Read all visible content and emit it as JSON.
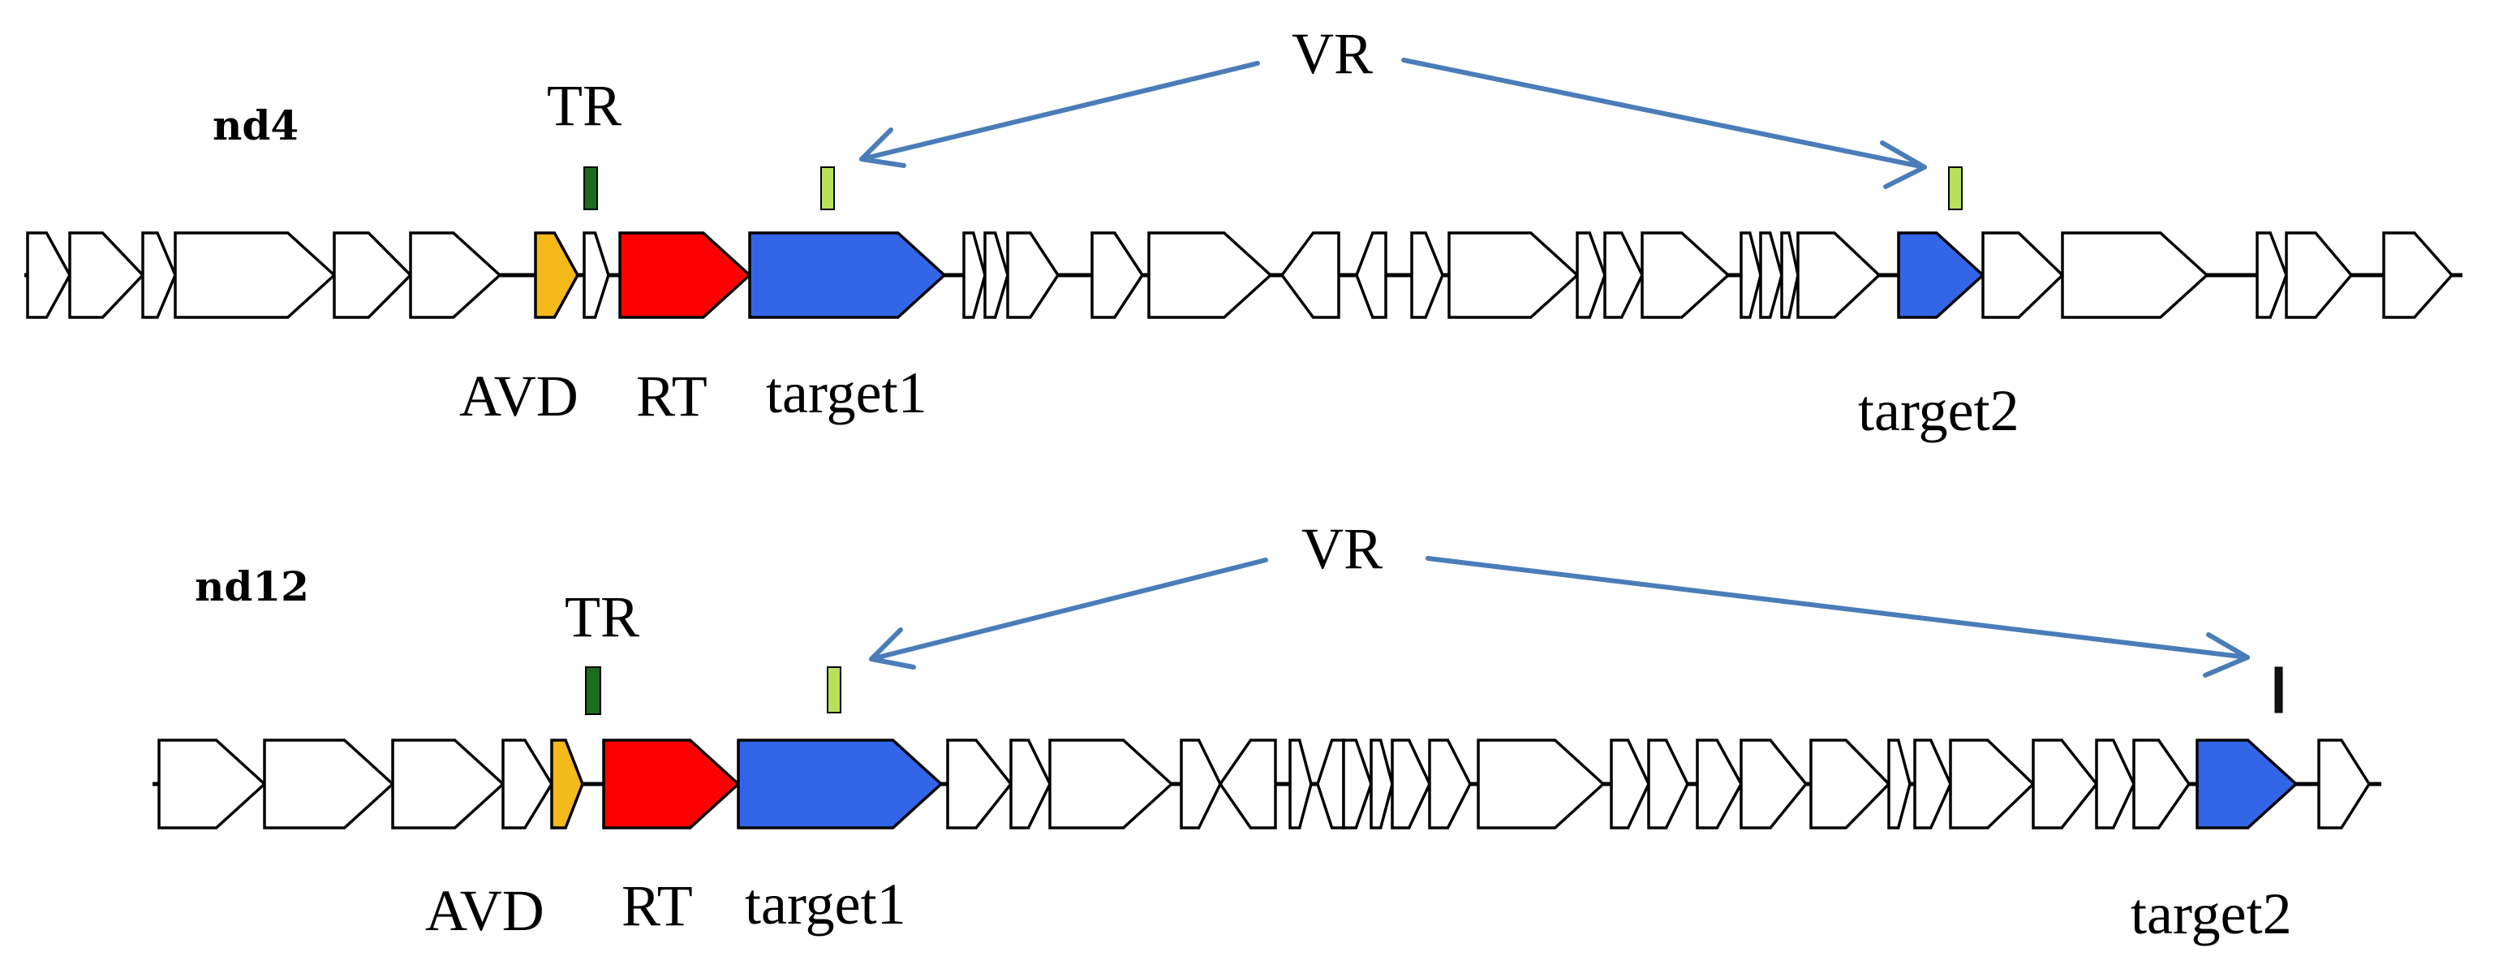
{
  "colors": {
    "gene_default": "#ffffff",
    "avd": "#f4b91a",
    "rt": "#ff0000",
    "target": "#3366e6",
    "tr_marker": "#1d6b1d",
    "vr_marker_light": "#b8e05a",
    "vr_marker_dark": "#111111",
    "vr_arrow": "#4a7db8"
  },
  "panels": [
    {
      "id": "nd4",
      "label": "nd4",
      "labels": {
        "tr": "TR",
        "vr": "VR",
        "avd": "AVD",
        "rt": "RT",
        "target1": "target1",
        "target2": "target2"
      },
      "highlighted_genes": [
        "AVD",
        "RT",
        "target1",
        "target2"
      ],
      "vr_marker_colors": [
        "vr_marker_light",
        "vr_marker_light"
      ]
    },
    {
      "id": "nd12",
      "label": "nd12",
      "labels": {
        "tr": "TR",
        "vr": "VR",
        "avd": "AVD",
        "rt": "RT",
        "target1": "target1",
        "target2": "target2"
      },
      "highlighted_genes": [
        "AVD",
        "RT",
        "target1",
        "target2"
      ],
      "vr_marker_colors": [
        "vr_marker_light",
        "vr_marker_dark"
      ]
    }
  ]
}
